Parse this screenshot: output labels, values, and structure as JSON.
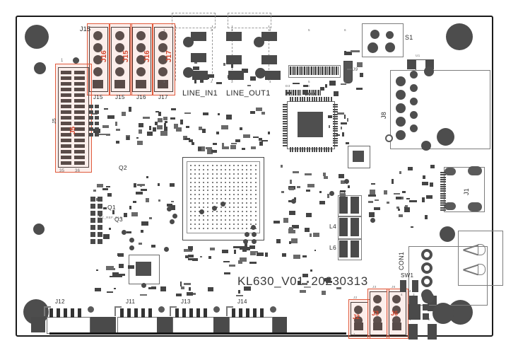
{
  "board": {
    "silkscreen_title": "KL630_V01_20230313",
    "outline_color": "#1a1a1a",
    "highlight_color": "#e05a3c",
    "silk_color": "#2b2b2b"
  },
  "highlighted_connectors": {
    "top_left": [
      {
        "red_label": "J16",
        "silk_label": "J15"
      },
      {
        "red_label": "J15",
        "silk_label": "J15"
      },
      {
        "red_label": "J16",
        "silk_label": "J16"
      },
      {
        "red_label": "J17",
        "silk_label": "J17"
      }
    ],
    "left_header": {
      "red_label": "J5",
      "silk_label": "J5",
      "pin_labels": {
        "top_left": "1",
        "top_right": "2",
        "bottom_left": "35",
        "bottom_right": "36"
      }
    },
    "bottom_right": [
      {
        "red_label": "J2",
        "silk_label": "J2"
      },
      {
        "red_label": "J3",
        "silk_label": "J3"
      },
      {
        "red_label": "J6",
        "silk_label": "J6"
      }
    ]
  },
  "silkscreen_labels": {
    "top_left_conn_left": "J15",
    "line_in": "LINE_IN1",
    "line_out": "LINE_OUT1",
    "j9": "J9",
    "j8": "J8",
    "j1": "J1",
    "s1": "S1",
    "sw1": "SW1",
    "con1": "CON1",
    "q1": "Q1",
    "q2": "Q2",
    "q3": "Q3",
    "l1": "L1",
    "l4": "L4",
    "l6": "L6",
    "d3": "D3",
    "d4": "D4",
    "mic_ref_clk": "MIC_REF_CLK",
    "bottom_connectors": [
      "J12",
      "J11",
      "J13",
      "J14"
    ]
  },
  "pin_numbers": {
    "top_row": [
      "1",
      "2",
      "3",
      "4",
      "5",
      "6"
    ],
    "bottom_right_block": [
      "4",
      "3",
      "1",
      "2"
    ],
    "sw1_pins": [
      "4",
      "3"
    ],
    "j2_pins": [
      "1",
      "2"
    ]
  },
  "small_refs": {
    "left_column": [
      "MIC1",
      "MIC2",
      "MIC3",
      "R47",
      "R54",
      "C85",
      "R105"
    ],
    "center_right": [
      "R77",
      "C88",
      "C89",
      "C90",
      "L7"
    ],
    "bottom_strip": [
      "RN1",
      "RN2",
      "RN3",
      "RN4"
    ]
  }
}
